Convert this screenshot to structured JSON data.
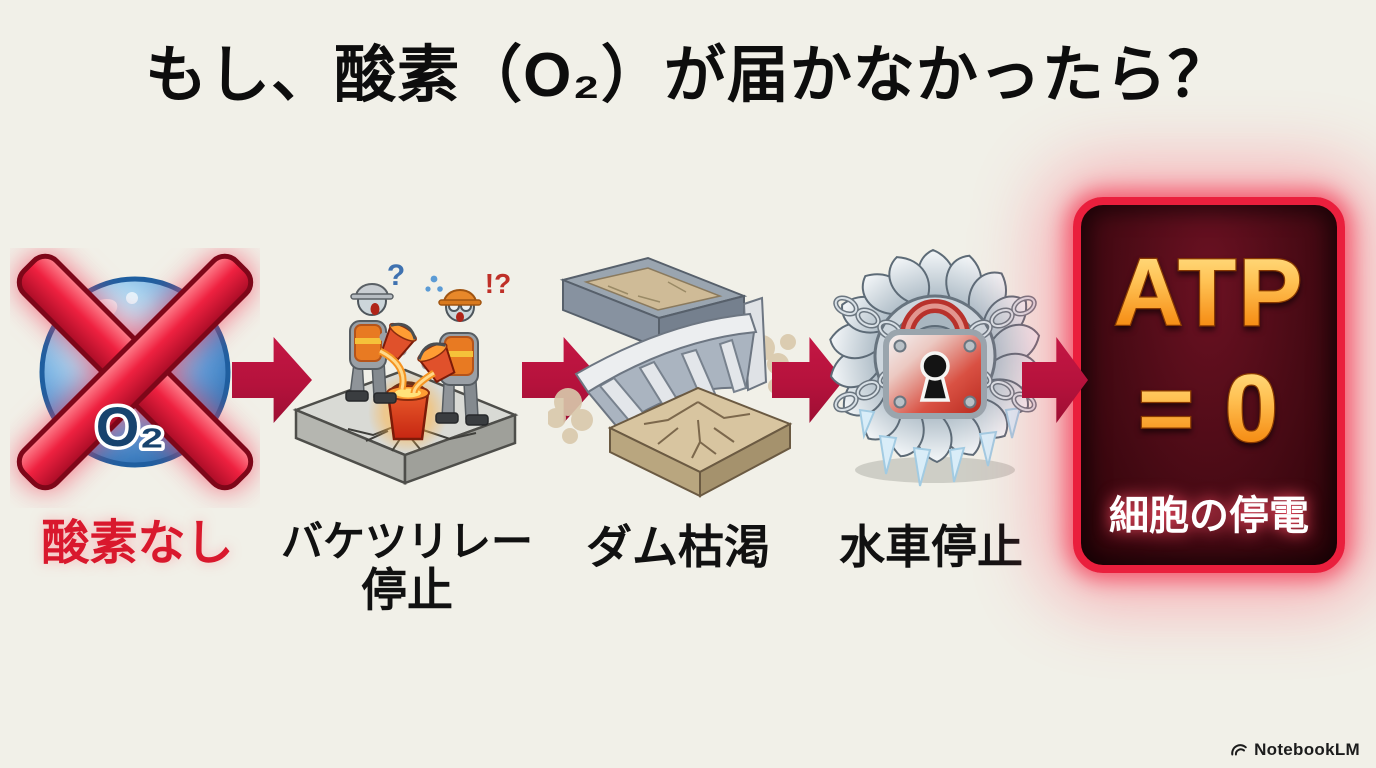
{
  "page": {
    "background": "#f1f0e8"
  },
  "title": {
    "text": "もし、酸素（O₂）が届かなかったら？",
    "color": "#0d0d0d"
  },
  "flow": {
    "arrow_color": "#b5123c",
    "steps": [
      {
        "key": "no-oxygen",
        "label": "酸素なし",
        "label_color": "#d9182d",
        "molecule_text": "O₂"
      },
      {
        "key": "bucket-relay-stopped",
        "label_line1": "バケツリレー",
        "label_line2": "停止",
        "confused_mark": "?",
        "panic_mark": "!?"
      },
      {
        "key": "dam-depleted",
        "label": "ダム枯渇"
      },
      {
        "key": "waterwheel-stopped",
        "label": "水車停止"
      }
    ]
  },
  "result_panel": {
    "line1": "ATP",
    "line2": "= 0",
    "caption": "細胞の停電",
    "border_color": "#ea1f3d",
    "glow_color": "#ff5b74",
    "bg_color": "#470a14",
    "gold_top": "#ffe792",
    "gold_bottom": "#ef7a00",
    "caption_color": "#ffffff"
  },
  "watermark": {
    "text": "NotebookLM"
  }
}
